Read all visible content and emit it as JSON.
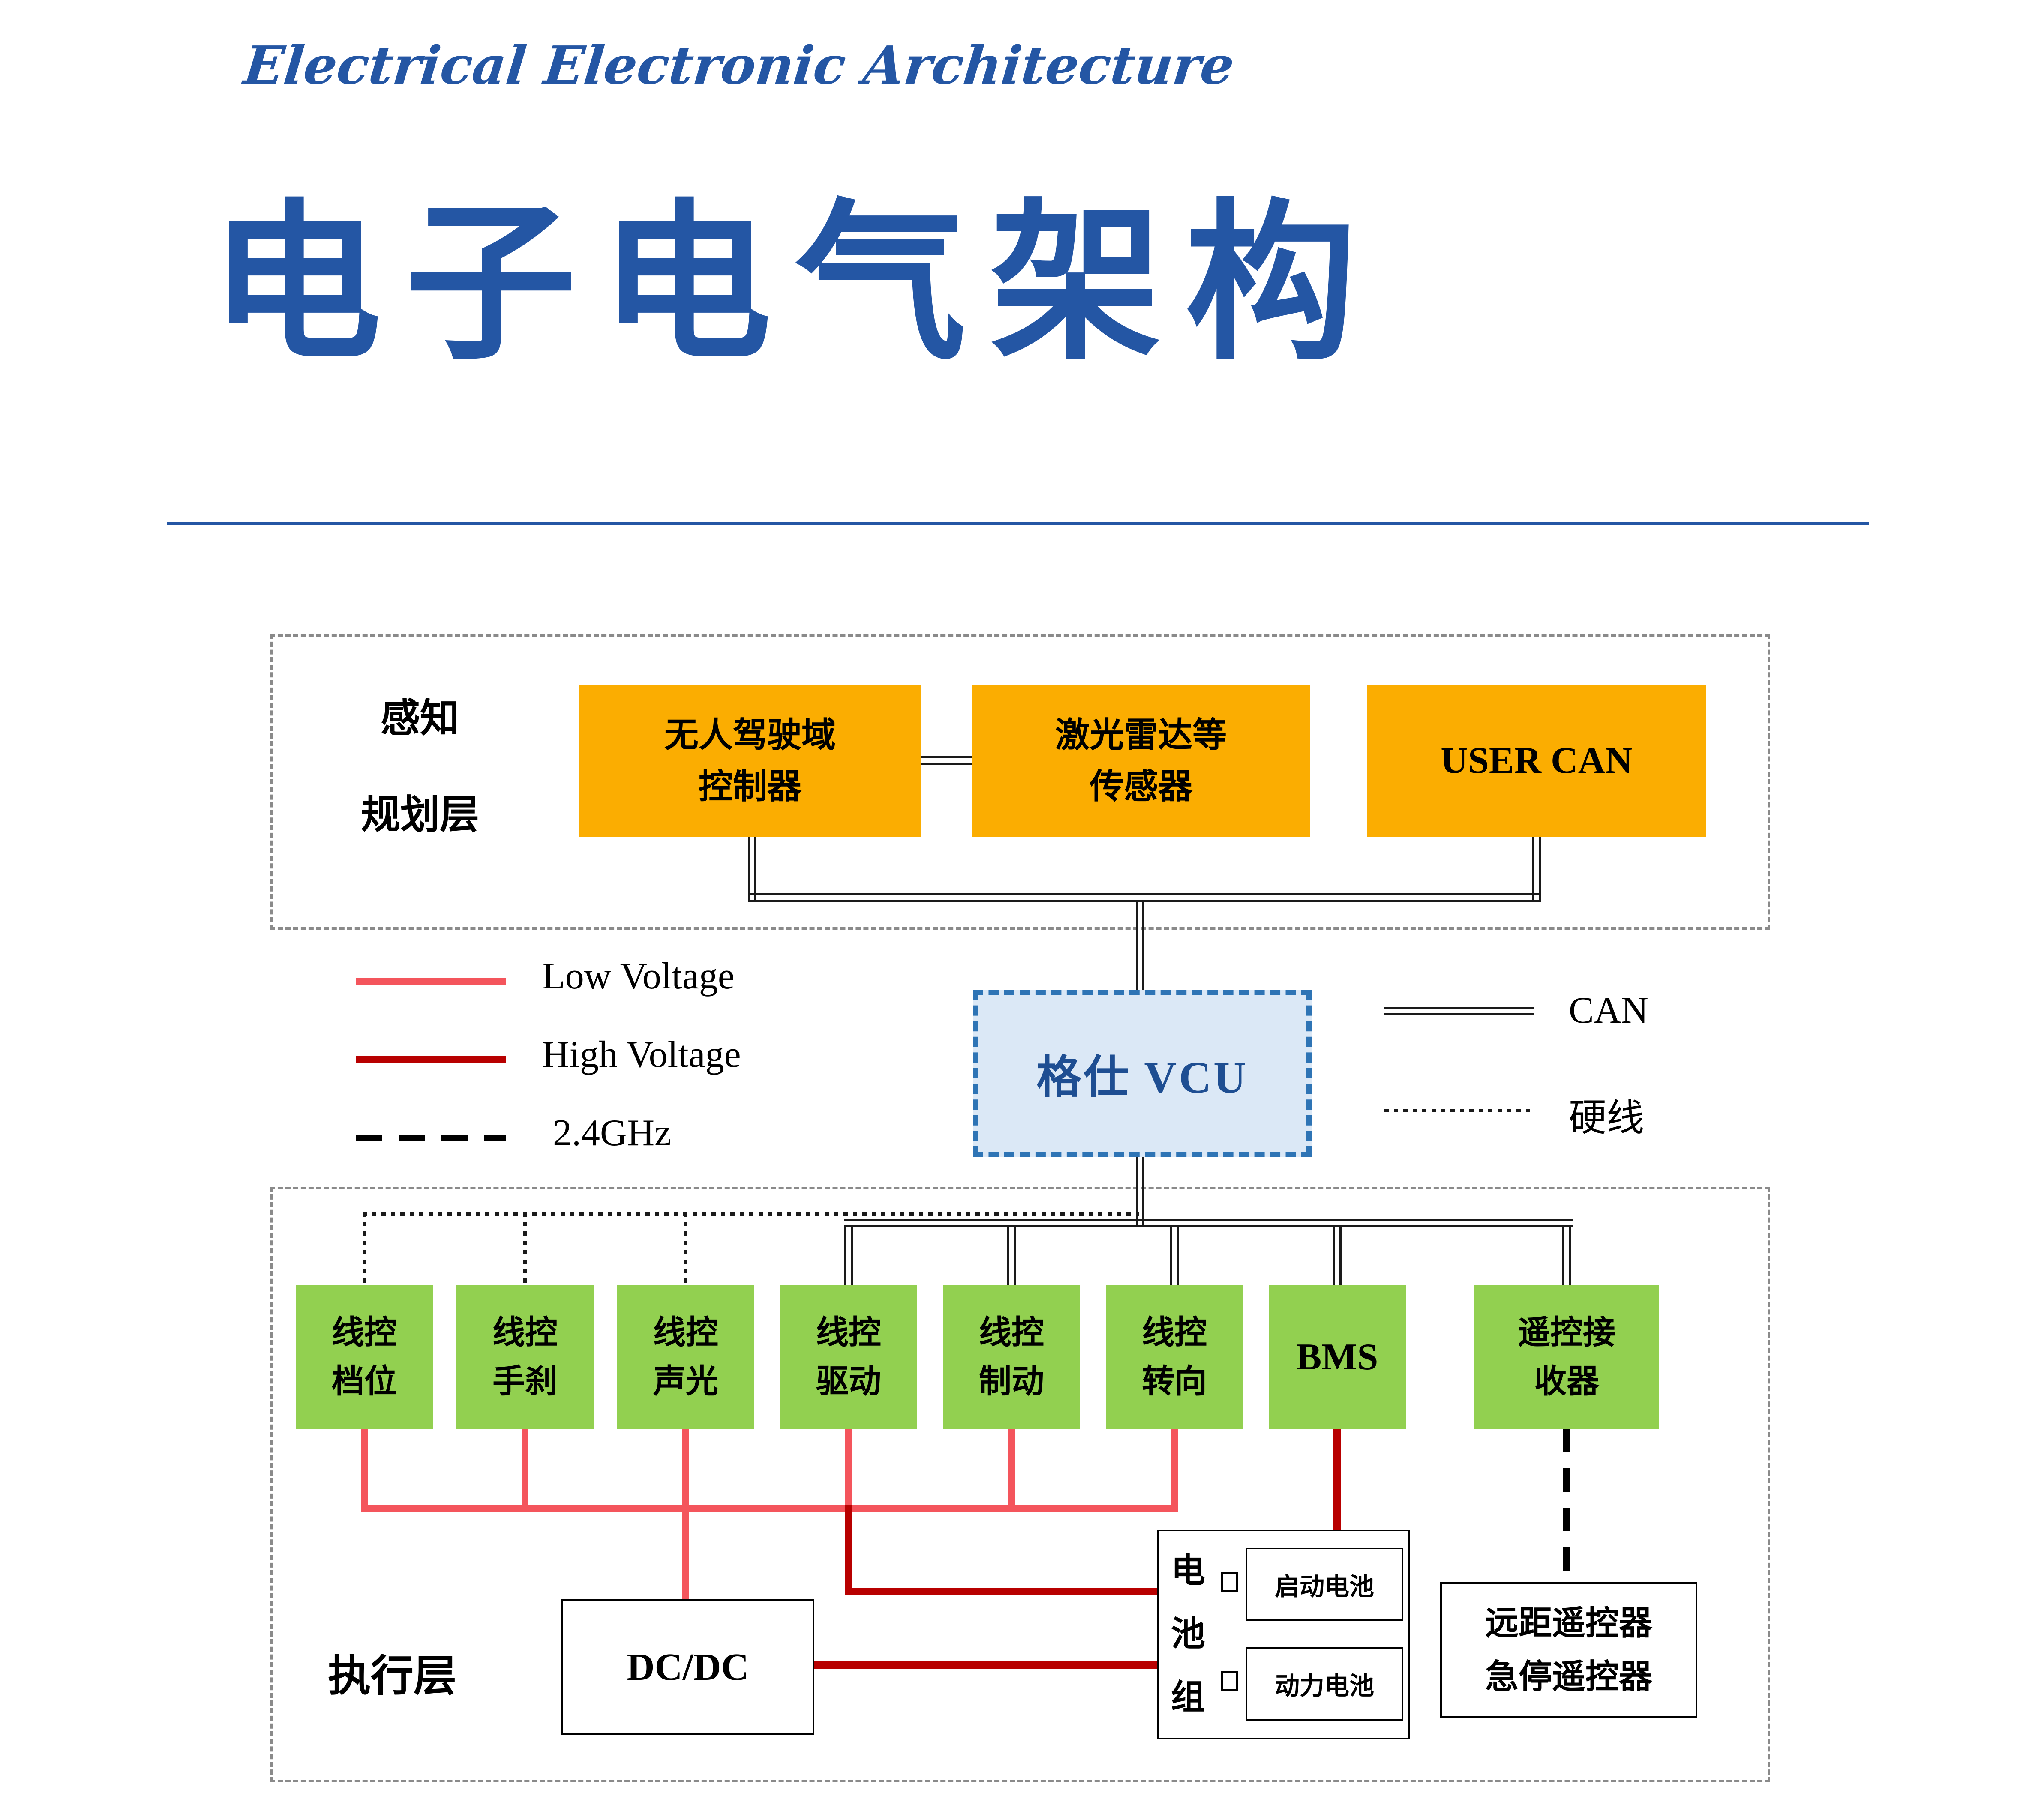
{
  "colors": {
    "title_blue": "#2456A4",
    "box_orange": "#FBAD01",
    "box_green": "#92D050",
    "vcu_fill": "#DBE8F6",
    "vcu_border": "#2E74B5",
    "low_voltage_red": "#F4555C",
    "high_voltage_red": "#B80000",
    "frame_gray": "#8A8A8A",
    "line_black": "#1A1A1A"
  },
  "header": {
    "subtitle": "Electrical Electronic Architecture",
    "title": "电子电气架构"
  },
  "perception_layer": {
    "label": "感知\n规划层",
    "boxes": [
      {
        "label": "无人驾驶域\n控制器"
      },
      {
        "label": "激光雷达等\n传感器"
      },
      {
        "label": "USER CAN"
      }
    ]
  },
  "vcu": {
    "label": "格仕 VCU"
  },
  "legend": {
    "low_voltage": "Low Voltage",
    "high_voltage": "High Voltage",
    "rf": "2.4GHz",
    "can": "CAN",
    "hardwire": "硬线"
  },
  "execution_layer": {
    "label": "执行层",
    "boxes": [
      {
        "label": "线控\n档位"
      },
      {
        "label": "线控\n手刹"
      },
      {
        "label": "线控\n声光"
      },
      {
        "label": "线控\n驱动"
      },
      {
        "label": "线控\n制动"
      },
      {
        "label": "线控\n转向"
      },
      {
        "label": "BMS"
      },
      {
        "label": "遥控接\n收器"
      }
    ],
    "dcdc_label": "DC/DC",
    "battery": {
      "label": "电\n池\n组",
      "cells": [
        {
          "label": "启动电池"
        },
        {
          "label": "动力电池"
        }
      ]
    },
    "remote_label": "远距遥控器\n急停遥控器"
  }
}
